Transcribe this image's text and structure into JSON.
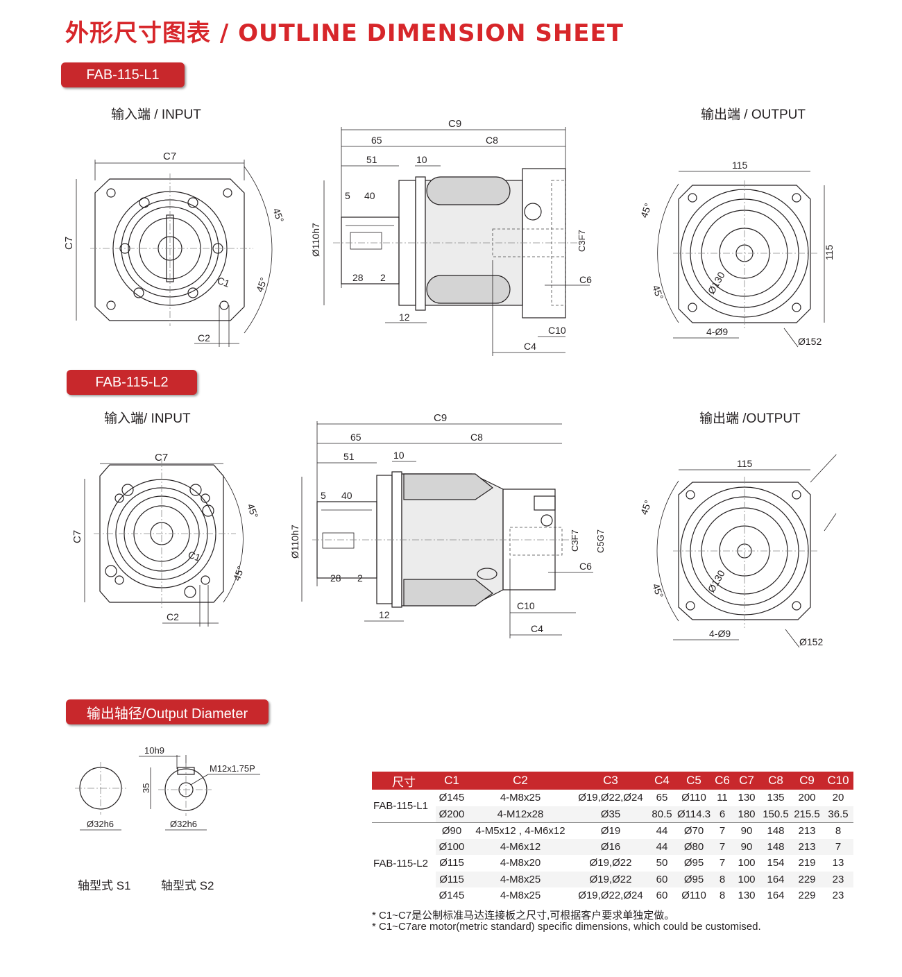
{
  "page": {
    "title": "外形尺寸图表 / OUTLINE DIMENSION SHEET"
  },
  "sections": {
    "l1": {
      "badge": "FAB-115-L1",
      "input_label": "输入端 / INPUT",
      "output_label": "输出端 / OUTPUT"
    },
    "l2": {
      "badge": "FAB-115-L2",
      "input_label": "输入端/ INPUT",
      "output_label": "输出端 /OUTPUT"
    },
    "shaft": {
      "badge": "输出轴径/Output Diameter",
      "s1_label": "轴型式 S1",
      "s2_label": "轴型式 S2"
    }
  },
  "dims": {
    "c1": "C1",
    "c2": "C2",
    "c3": "C3F7",
    "c4": "C4",
    "c5": "C5G7",
    "c6": "C6",
    "c7": "C7",
    "c8": "C8",
    "c9": "C9",
    "c10": "C10",
    "d65": "65",
    "d51": "51",
    "d10": "10",
    "d5": "5",
    "d40": "40",
    "d28": "28",
    "d2": "2",
    "d12": "12",
    "bore": "Ø110h7",
    "angle": "45°",
    "sq": "115",
    "pcd": "Ø130",
    "holes": "4-Ø9",
    "flange": "Ø152",
    "shaft_dia": "Ø32h6",
    "key_w": "10h9",
    "key_h": "35",
    "thread": "M12x1.75P"
  },
  "table": {
    "headers": [
      "尺寸",
      "C1",
      "C2",
      "C3",
      "C4",
      "C5",
      "C6",
      "C7",
      "C8",
      "C9",
      "C10"
    ],
    "groups": [
      {
        "model": "FAB-115-L1",
        "rows": [
          [
            "Ø145",
            "4-M8x25",
            "Ø19,Ø22,Ø24",
            "65",
            "Ø110",
            "11",
            "130",
            "135",
            "200",
            "20"
          ],
          [
            "Ø200",
            "4-M12x28",
            "Ø35",
            "80.5",
            "Ø114.3",
            "6",
            "180",
            "150.5",
            "215.5",
            "36.5"
          ]
        ]
      },
      {
        "model": "FAB-115-L2",
        "rows": [
          [
            "Ø90",
            "4-M5x12 , 4-M6x12",
            "Ø19",
            "44",
            "Ø70",
            "7",
            "90",
            "148",
            "213",
            "8"
          ],
          [
            "Ø100",
            "4-M6x12",
            "Ø16",
            "44",
            "Ø80",
            "7",
            "90",
            "148",
            "213",
            "7"
          ],
          [
            "Ø115",
            "4-M8x20",
            "Ø19,Ø22",
            "50",
            "Ø95",
            "7",
            "100",
            "154",
            "219",
            "13"
          ],
          [
            "Ø115",
            "4-M8x25",
            "Ø19,Ø22",
            "60",
            "Ø95",
            "8",
            "100",
            "164",
            "229",
            "23"
          ],
          [
            "Ø145",
            "4-M8x25",
            "Ø19,Ø22,Ø24",
            "60",
            "Ø110",
            "8",
            "130",
            "164",
            "229",
            "23"
          ]
        ]
      }
    ],
    "notes": [
      "* C1~C7是公制标准马达连接板之尺寸,可根据客户要求单独定做。",
      "* C1~C7are motor(metric standard)  specific dimensions, which could be customised."
    ]
  }
}
